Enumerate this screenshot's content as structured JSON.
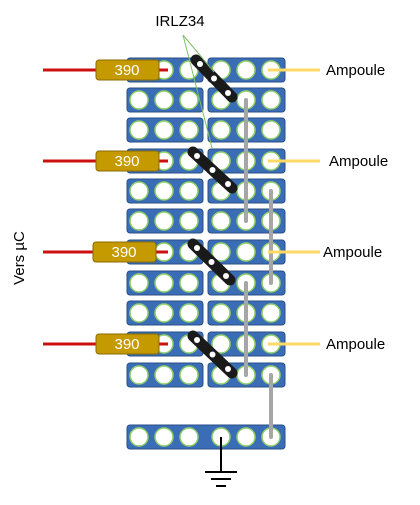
{
  "diagram": {
    "transistor_label": "IRLZ34",
    "side_label": "Vers µC",
    "resistor_value": "390",
    "lamp_label": "Ampoule",
    "resistor_count": 4,
    "transistor_count": 4,
    "lamp_count": 4
  },
  "colors": {
    "strip": "#3a6db5",
    "strip_border": "#2a4f86",
    "hole": "#ffffff",
    "hole_border": "#8fcf6a",
    "resistor": "#c49a00",
    "resistor_border": "#8a6b00",
    "red_wire": "#cc1010",
    "yellow_wire": "#ffd966",
    "gray_wire": "#a6a6a6",
    "transistor": "#1a1a1a",
    "leader_line": "#7fbf6a"
  }
}
